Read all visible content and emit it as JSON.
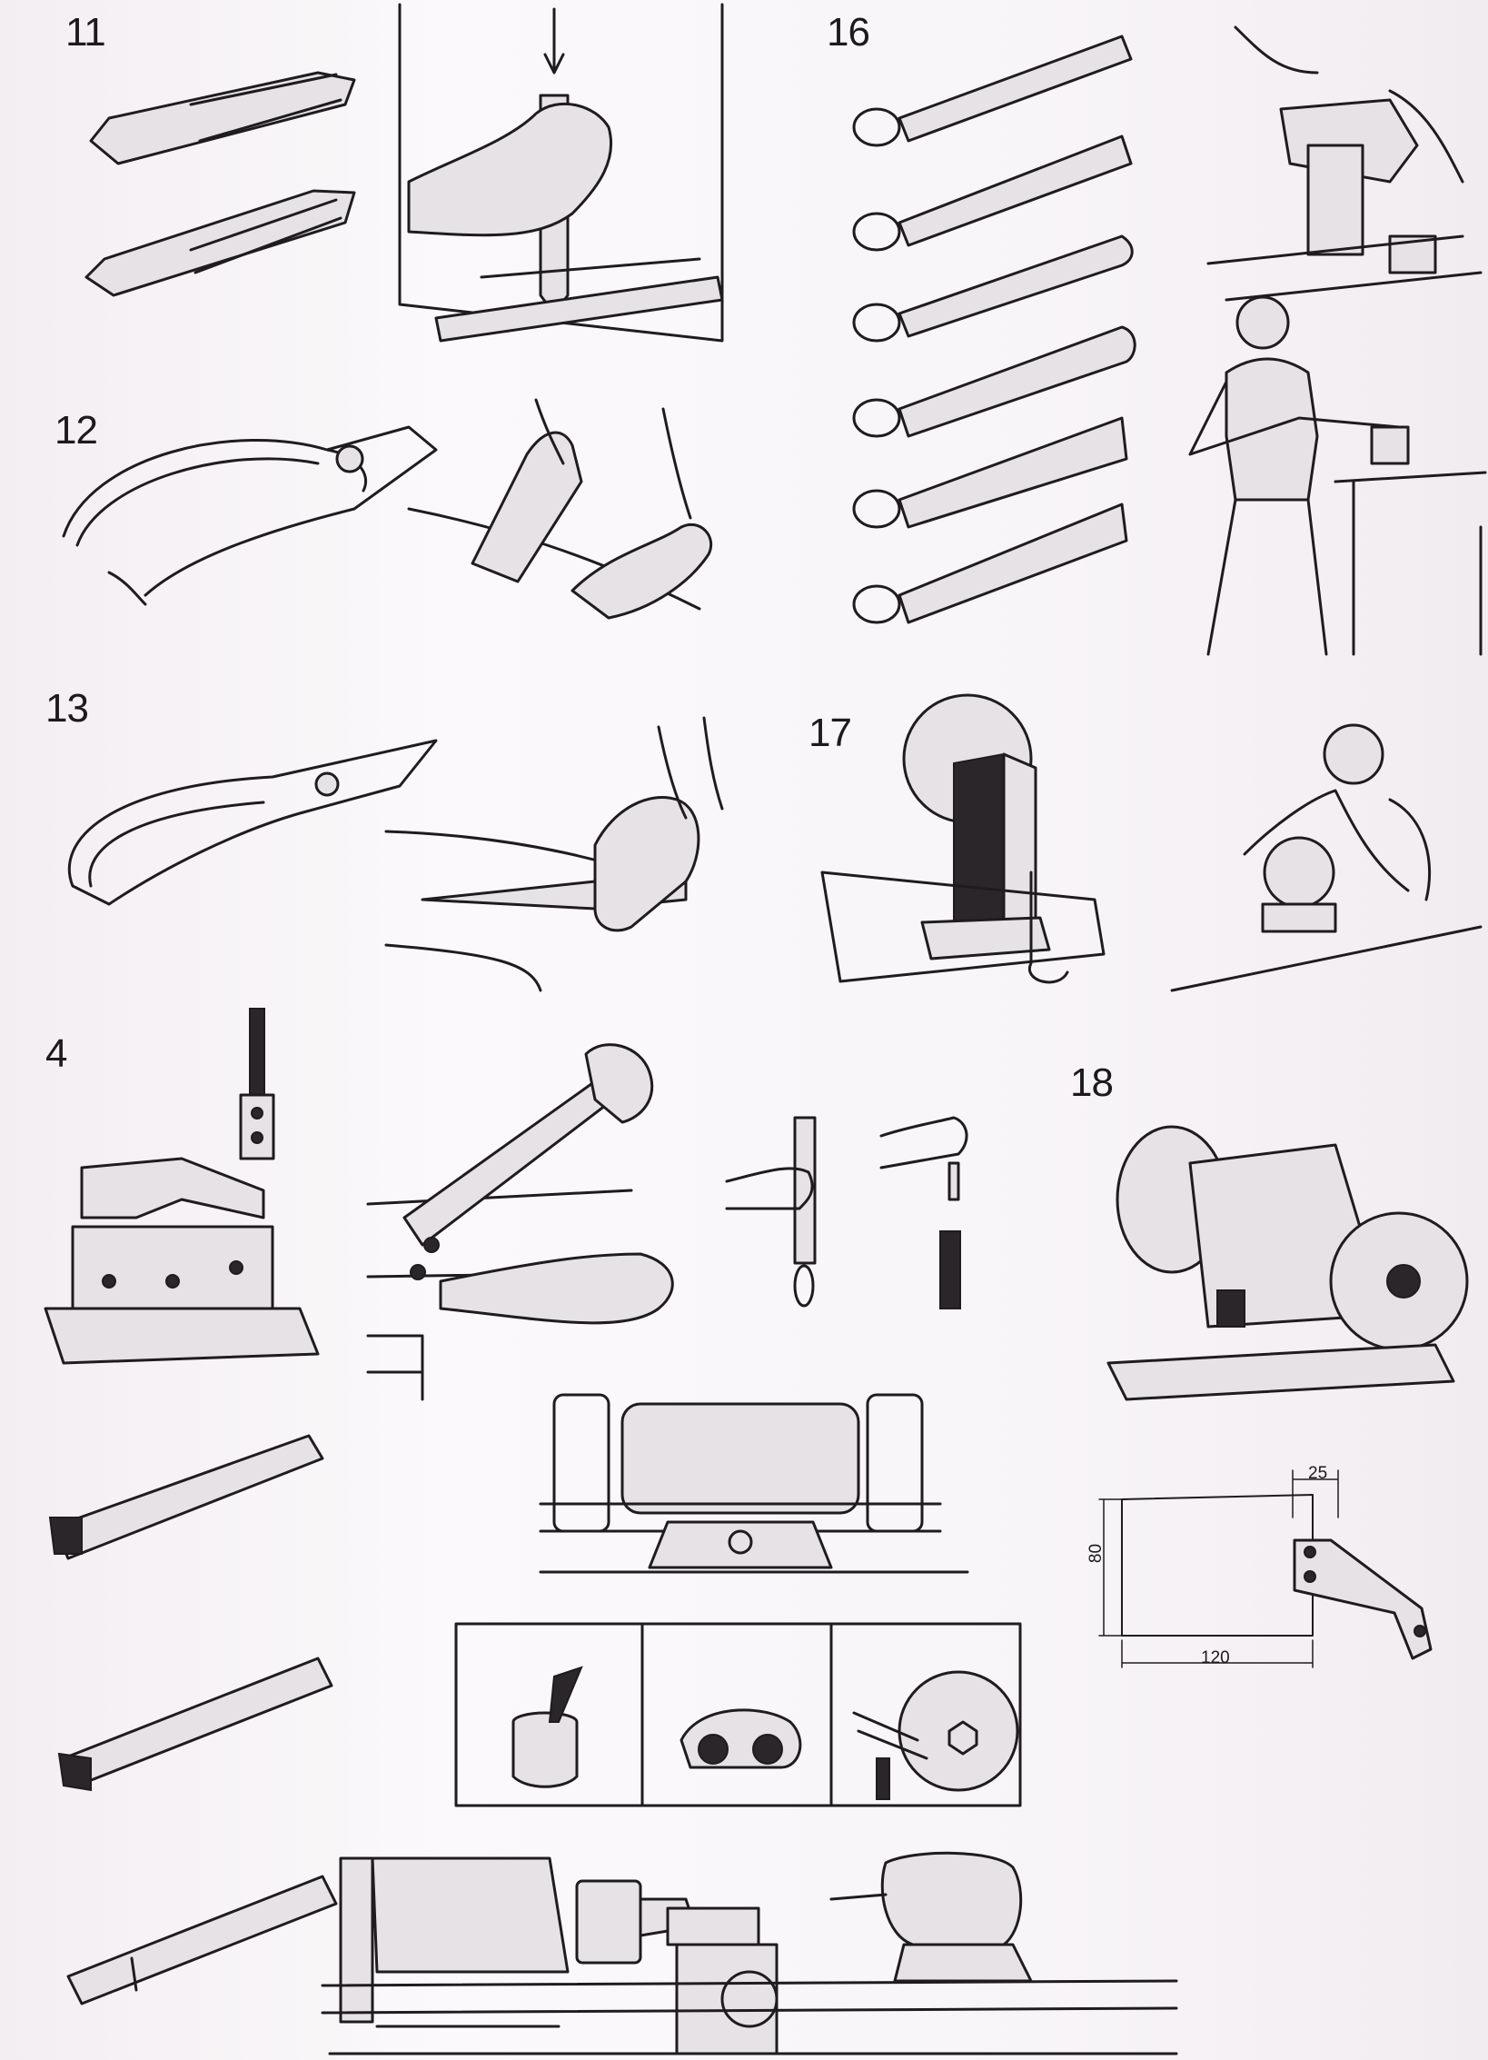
{
  "figure_numbers": {
    "n11": "11",
    "n12": "12",
    "n13": "13",
    "n4": "4",
    "n16": "16",
    "n17": "17",
    "n18": "18"
  },
  "drawing": {
    "width_label": "120",
    "height_label": "80",
    "strip_label": "25"
  },
  "colors": {
    "ink": "#1f1c1f",
    "paper": "#f7f4f6"
  }
}
